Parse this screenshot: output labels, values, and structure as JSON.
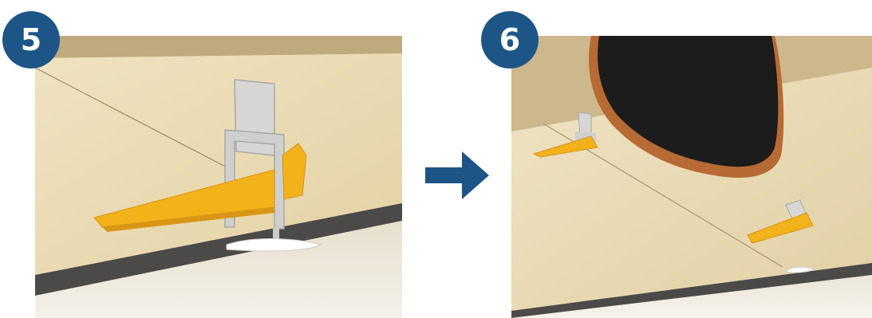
{
  "steps": [
    {
      "number": "5"
    },
    {
      "number": "6"
    }
  ],
  "icons": {
    "arrow": "right-arrow-icon",
    "shoe": "shoe-illustration"
  },
  "colors": {
    "badge": "#1e5587",
    "arrow": "#1e5587",
    "wedge": "#f2b21a",
    "tile": "#e9d9b1",
    "grout": "#4a4a4a",
    "shoe": "#1c1c1c",
    "sole": "#b86a34"
  }
}
